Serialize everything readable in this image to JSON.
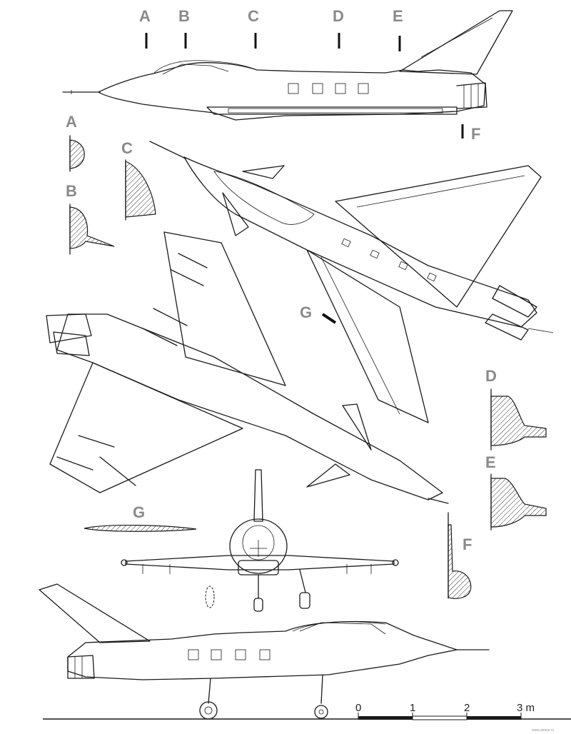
{
  "station_labels": [
    "A",
    "B",
    "C",
    "D",
    "E",
    "F",
    "G"
  ],
  "section_labels": {
    "A": "A",
    "B": "B",
    "C": "C",
    "D": "D",
    "E": "E",
    "F": "F",
    "G": "G"
  },
  "scale_bar": {
    "ticks": [
      "0",
      "1",
      "2",
      "3 m"
    ]
  },
  "colors": {
    "line": "#1a1a1a",
    "label": "#8a8a8a",
    "background": "#ffffff"
  },
  "footer_credit": "www.airwar.ru"
}
